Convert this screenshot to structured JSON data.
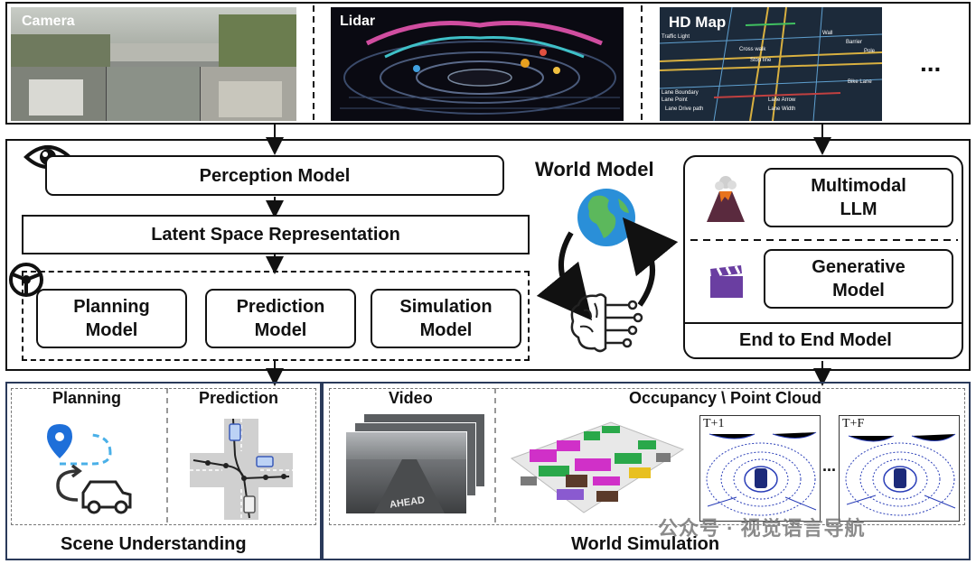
{
  "sensors": {
    "camera_label": "Camera",
    "lidar_label": "Lidar",
    "hdmap_label": "HD Map",
    "ellipsis": "...",
    "hdmap_annotations": [
      "Traffic Light",
      "Cross walk",
      "Stop line",
      "Wall",
      "Barrier",
      "Pole",
      "Bike Lane",
      "Lane Boundary",
      "Lane Point",
      "Lane Drive path",
      "Lane Arrow",
      "Lane Width"
    ]
  },
  "middle": {
    "perception_model": "Perception Model",
    "latent_space": "Latent Space Representation",
    "planning_model": "Planning\nModel",
    "prediction_model": "Prediction\nModel",
    "simulation_model": "Simulation\nModel",
    "world_model_title": "World Model",
    "multimodal_llm": "Multimodal\nLLM",
    "generative_model": "Generative\nModel",
    "end_to_end_model": "End to End Model"
  },
  "bottom": {
    "planning": "Planning",
    "prediction": "Prediction",
    "scene_understanding": "Scene Understanding",
    "video": "Video",
    "occupancy": "Occupancy \\ Point Cloud",
    "road_text": "AHEAD",
    "t_plus_1": "T+1",
    "t_plus_f": "T+F",
    "ellipsis": "...",
    "world_simulation": "World Simulation"
  },
  "watermark": "公众号 · 视觉语言导航",
  "colors": {
    "border": "#111111",
    "dash": "#777777",
    "globe_ocean": "#2a8fd8",
    "globe_land": "#5cb85c",
    "pin_blue": "#1e6fd9",
    "lidar_blue": "#2b3fb8",
    "clapper_purple": "#6a3ea1",
    "volcano_orange": "#e8731c"
  }
}
